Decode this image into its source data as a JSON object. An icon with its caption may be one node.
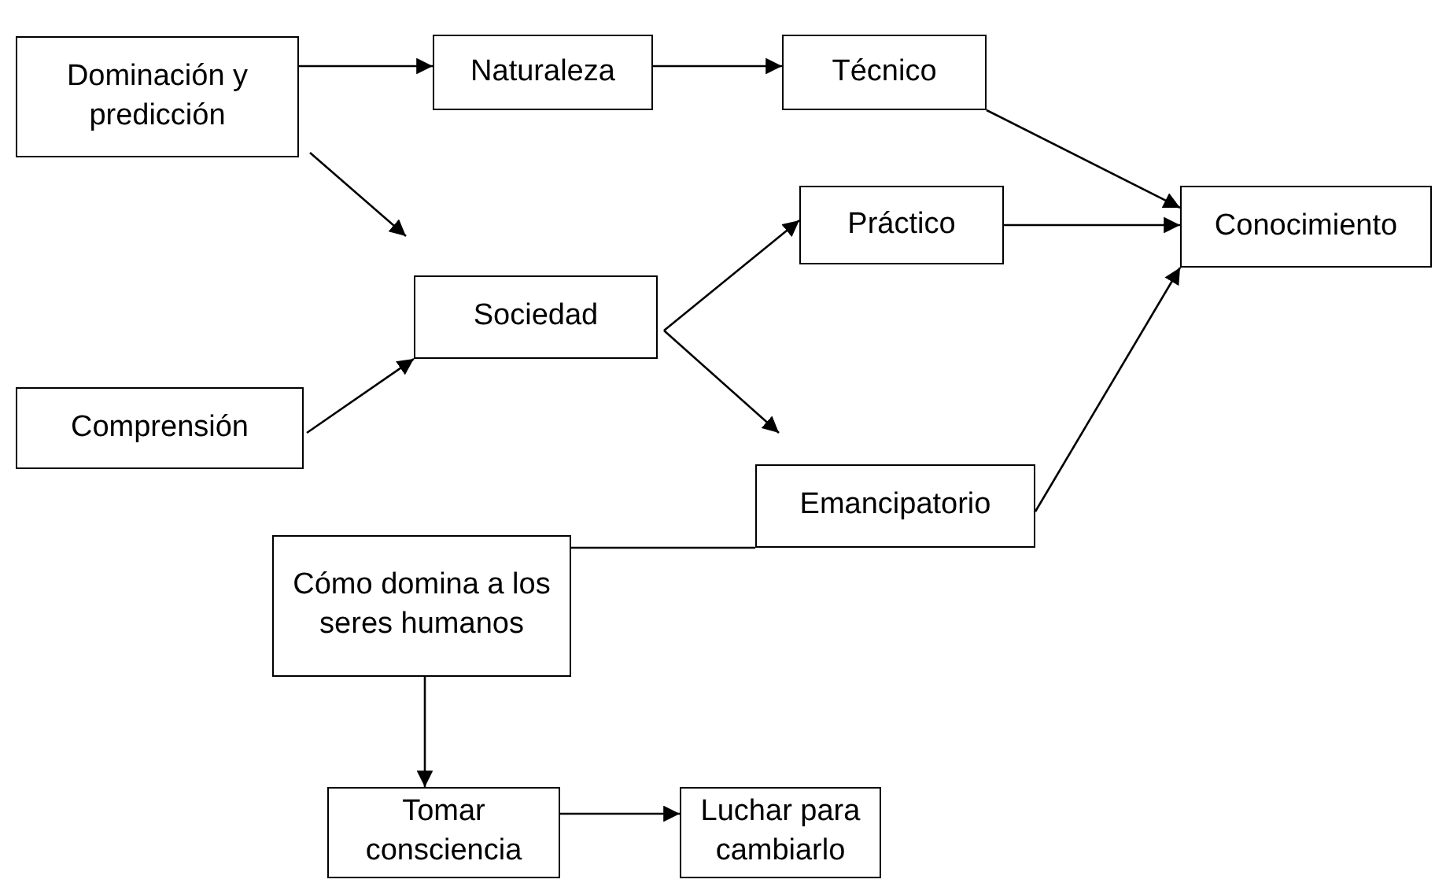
{
  "diagram": {
    "nodes": [
      {
        "text": [
          "Dominación y predicción"
        ]
      },
      {
        "text": [
          "Naturaleza"
        ]
      },
      {
        "text": [
          "Técnico"
        ]
      },
      {
        "text": [
          "Conocimiento"
        ]
      },
      {
        "text": [
          "Práctico"
        ]
      },
      {
        "text": [
          "Sociedad"
        ]
      },
      {
        "text": [
          "Comprensión"
        ]
      },
      {
        "text": [
          "Emancipatorio"
        ]
      },
      {
        "text": [
          "Cómo domina a los seres humanos"
        ]
      },
      {
        "text": [
          "Tomar consciencia"
        ]
      },
      {
        "text": [
          "Luchar para cambiarlo"
        ]
      }
    ],
    "edges": [
      {
        "from": 0,
        "to": 1,
        "arrow": "to"
      },
      {
        "from": 1,
        "to": 2,
        "arrow": "to"
      },
      {
        "from": 2,
        "to": 3,
        "arrow": "to"
      },
      {
        "from": 0,
        "to": 5,
        "arrow": "to"
      },
      {
        "from": 6,
        "to": 5,
        "arrow": "to"
      },
      {
        "from": 5,
        "to": 4,
        "arrow": "to"
      },
      {
        "from": 5,
        "to": 7,
        "arrow": "to"
      },
      {
        "from": 4,
        "to": 3,
        "arrow": "to"
      },
      {
        "from": 7,
        "to": 3,
        "arrow": "to"
      },
      {
        "from": 8,
        "to": 7,
        "arrow": "none"
      },
      {
        "from": 8,
        "to": 9,
        "arrow": "to"
      },
      {
        "from": 9,
        "to": 10,
        "arrow": "to"
      }
    ]
  }
}
